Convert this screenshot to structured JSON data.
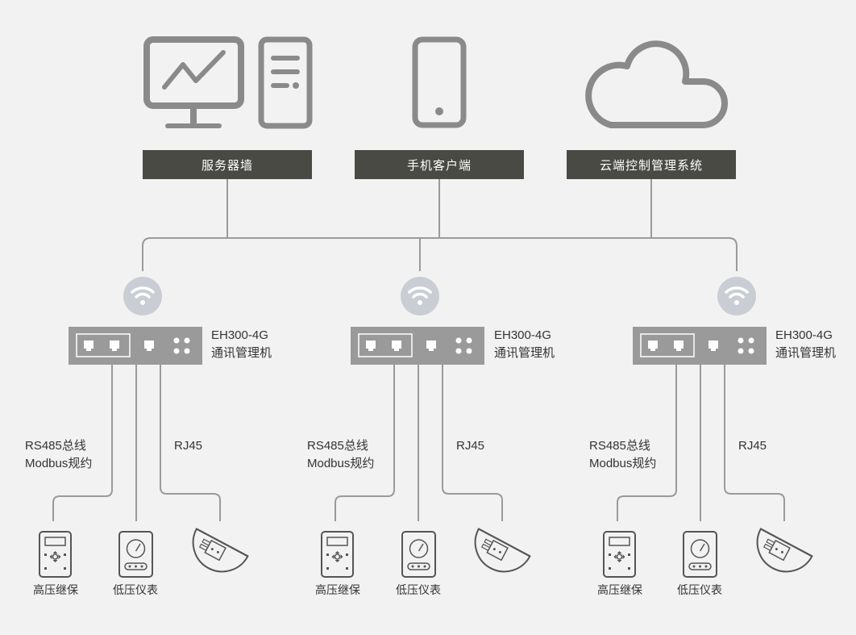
{
  "top_systems": [
    {
      "label": "服务器墙",
      "icon": "server-wall-icon"
    },
    {
      "label": "手机客户端",
      "icon": "mobile-phone-icon"
    },
    {
      "label": "云端控制管理系统",
      "icon": "cloud-icon"
    }
  ],
  "gateways": [
    {
      "model": "EH300-4G",
      "name": "通讯管理机",
      "bus_label_1": "RS485总线",
      "bus_label_2": "Modbus规约",
      "rj45_label": "RJ45",
      "devices": [
        "高压继保",
        "低压仪表"
      ]
    },
    {
      "model": "EH300-4G",
      "name": "通讯管理机",
      "bus_label_1": "RS485总线",
      "bus_label_2": "Modbus规约",
      "rj45_label": "RJ45",
      "devices": [
        "高压继保",
        "低压仪表"
      ]
    },
    {
      "model": "EH300-4G",
      "name": "通讯管理机",
      "bus_label_1": "RS485总线",
      "bus_label_2": "Modbus规约",
      "rj45_label": "RJ45",
      "devices": [
        "高压继保",
        "低压仪表"
      ]
    }
  ],
  "colors": {
    "background": "#f2f2f2",
    "label_box": "#4a4a44",
    "icon_gray": "#8a8a8a",
    "line_gray": "#9a9a9a",
    "gateway_gray": "#9a9a9a",
    "wifi_circle": "#c8ced4"
  }
}
